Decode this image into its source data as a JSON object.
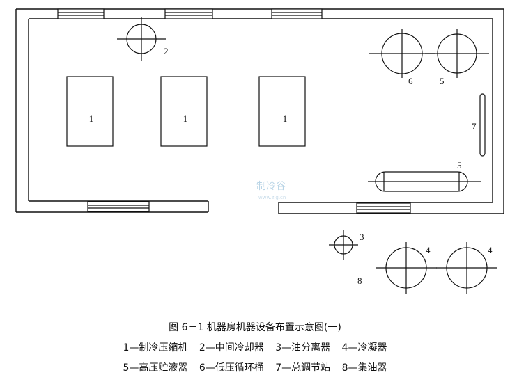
{
  "caption": {
    "title": "图 6－1   机器房机器设备布置示意图(一)",
    "legend_line1": [
      "1—制冷压缩机",
      "2—中间冷却器",
      "3—油分离器",
      "4—冷凝器"
    ],
    "legend_line2": [
      "5—高压贮液器",
      "6—低压循环桶",
      "7—总调节站",
      "8—集油器"
    ]
  },
  "labels": {
    "compressor_a": "1",
    "compressor_b": "1",
    "compressor_c": "1",
    "intercooler": "2",
    "oil_separator": "3",
    "condenser_a": "4",
    "condenser_b": "4",
    "receiver_round": "5",
    "receiver_long": "5",
    "circulation_barrel": "6",
    "regulating_station": "7",
    "oil_collector": "8"
  },
  "watermark": {
    "text": "制冷谷",
    "subtext": "www.zlg.cn"
  }
}
